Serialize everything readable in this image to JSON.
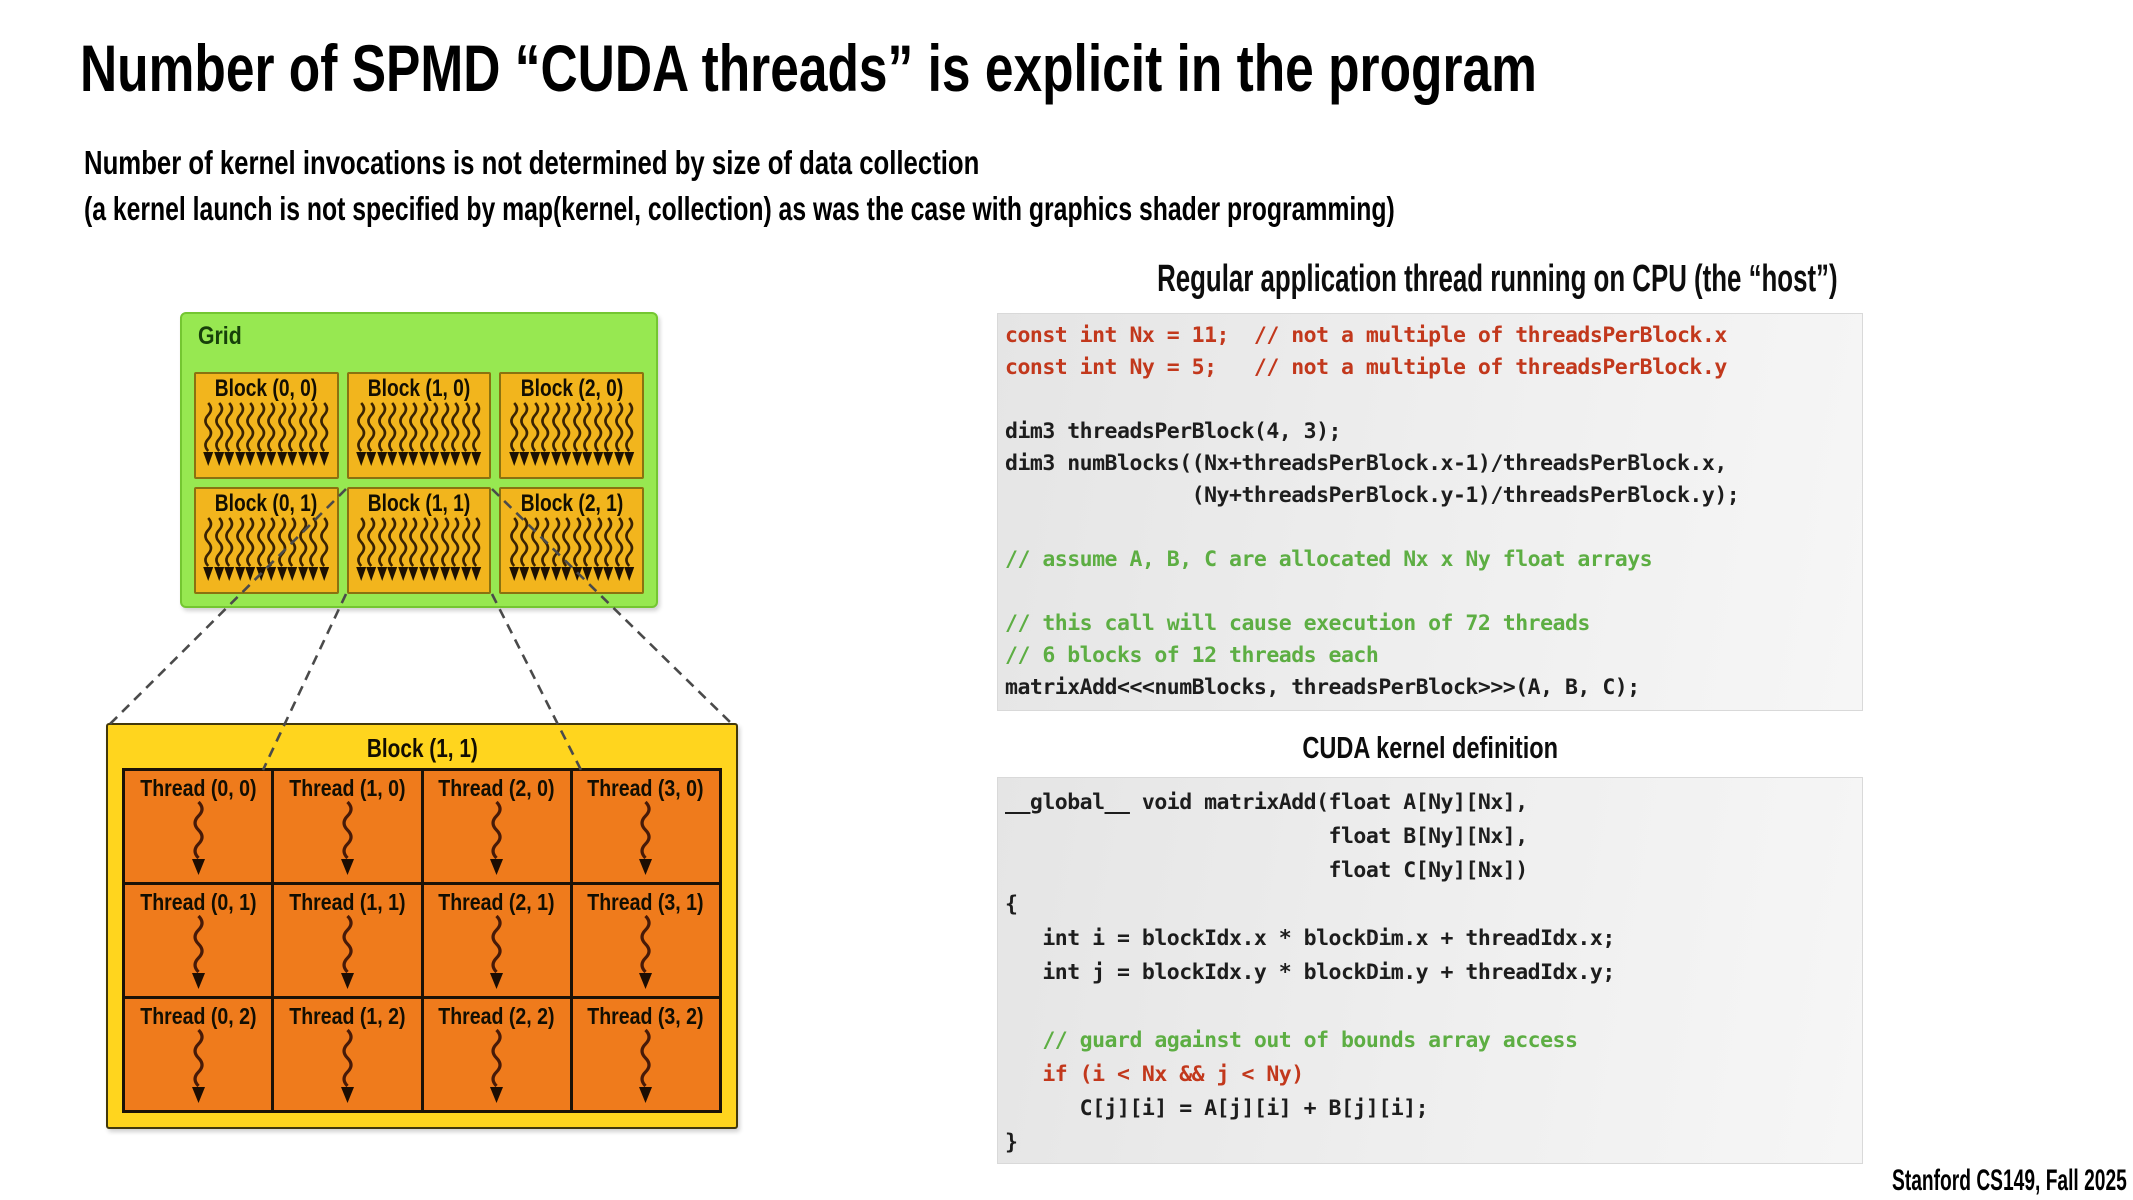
{
  "slide": {
    "title": "Number of SPMD “CUDA threads” is explicit in the program",
    "subtitle_line1": "Number of kernel invocations is not determined by size of data collection",
    "subtitle_line2": "(a kernel launch is not specified by map(kernel, collection) as was the case with graphics shader programming)",
    "footer": "Stanford CS149, Fall 2025"
  },
  "diagram": {
    "grid": {
      "label": "Grid",
      "blocks": [
        "Block (0, 0)",
        "Block (1, 0)",
        "Block (2, 0)",
        "Block (0, 1)",
        "Block (1, 1)",
        "Block (2, 1)"
      ]
    },
    "block_detail": {
      "label": "Block (1, 1)",
      "threads": [
        "Thread (0, 0)",
        "Thread (1, 0)",
        "Thread (2, 0)",
        "Thread (3, 0)",
        "Thread (0, 1)",
        "Thread (1, 1)",
        "Thread (2, 1)",
        "Thread (3, 1)",
        "Thread (0, 2)",
        "Thread (1, 2)",
        "Thread (2, 2)",
        "Thread (3, 2)"
      ]
    }
  },
  "host_code": {
    "heading": "Regular application thread running on CPU (the “host”)",
    "lines": [
      {
        "t": "const int Nx = 11;  // not a multiple of threadsPerBlock.x",
        "tone": "red"
      },
      {
        "t": "const int Ny = 5;   // not a multiple of threadsPerBlock.y",
        "tone": "red"
      },
      {
        "t": "",
        "tone": "plain"
      },
      {
        "t": "dim3 threadsPerBlock(4, 3);",
        "tone": "plain"
      },
      {
        "t": "dim3 numBlocks((Nx+threadsPerBlock.x-1)/threadsPerBlock.x,",
        "tone": "plain"
      },
      {
        "t": "               (Ny+threadsPerBlock.y-1)/threadsPerBlock.y);",
        "tone": "plain"
      },
      {
        "t": "",
        "tone": "plain"
      },
      {
        "t": "// assume A, B, C are allocated Nx x Ny float arrays",
        "tone": "green"
      },
      {
        "t": "",
        "tone": "plain"
      },
      {
        "t": "// this call will cause execution of 72 threads",
        "tone": "green"
      },
      {
        "t": "// 6 blocks of 12 threads each",
        "tone": "green"
      },
      {
        "t": "matrixAdd<<<numBlocks, threadsPerBlock>>>(A, B, C);",
        "tone": "plain"
      }
    ]
  },
  "kernel_code": {
    "heading": "CUDA kernel definition",
    "lines": [
      {
        "t": "__global__ void matrixAdd(float A[Ny][Nx],",
        "tone": "plain"
      },
      {
        "t": "                          float B[Ny][Nx],",
        "tone": "plain"
      },
      {
        "t": "                          float C[Ny][Nx])",
        "tone": "plain"
      },
      {
        "t": "{",
        "tone": "plain"
      },
      {
        "t": "   int i = blockIdx.x * blockDim.x + threadIdx.x;",
        "tone": "plain"
      },
      {
        "t": "   int j = blockIdx.y * blockDim.y + threadIdx.y;",
        "tone": "plain"
      },
      {
        "t": "",
        "tone": "plain"
      },
      {
        "t": "   // guard against out of bounds array access",
        "tone": "green"
      },
      {
        "t": "   if (i < Nx && j < Ny)",
        "tone": "red"
      },
      {
        "t": "      C[j][i] = A[j][i] + B[j][i];",
        "tone": "plain"
      },
      {
        "t": "}",
        "tone": "plain"
      }
    ]
  },
  "colors": {
    "code_red": "#c2381c",
    "code_green": "#5dae43",
    "code_text": "#1d1d1d",
    "grid_green": "#97e851",
    "block_gold": "#f2b51d",
    "detail_yellow": "#ffd51e",
    "thread_orange": "#ef7b1c"
  }
}
